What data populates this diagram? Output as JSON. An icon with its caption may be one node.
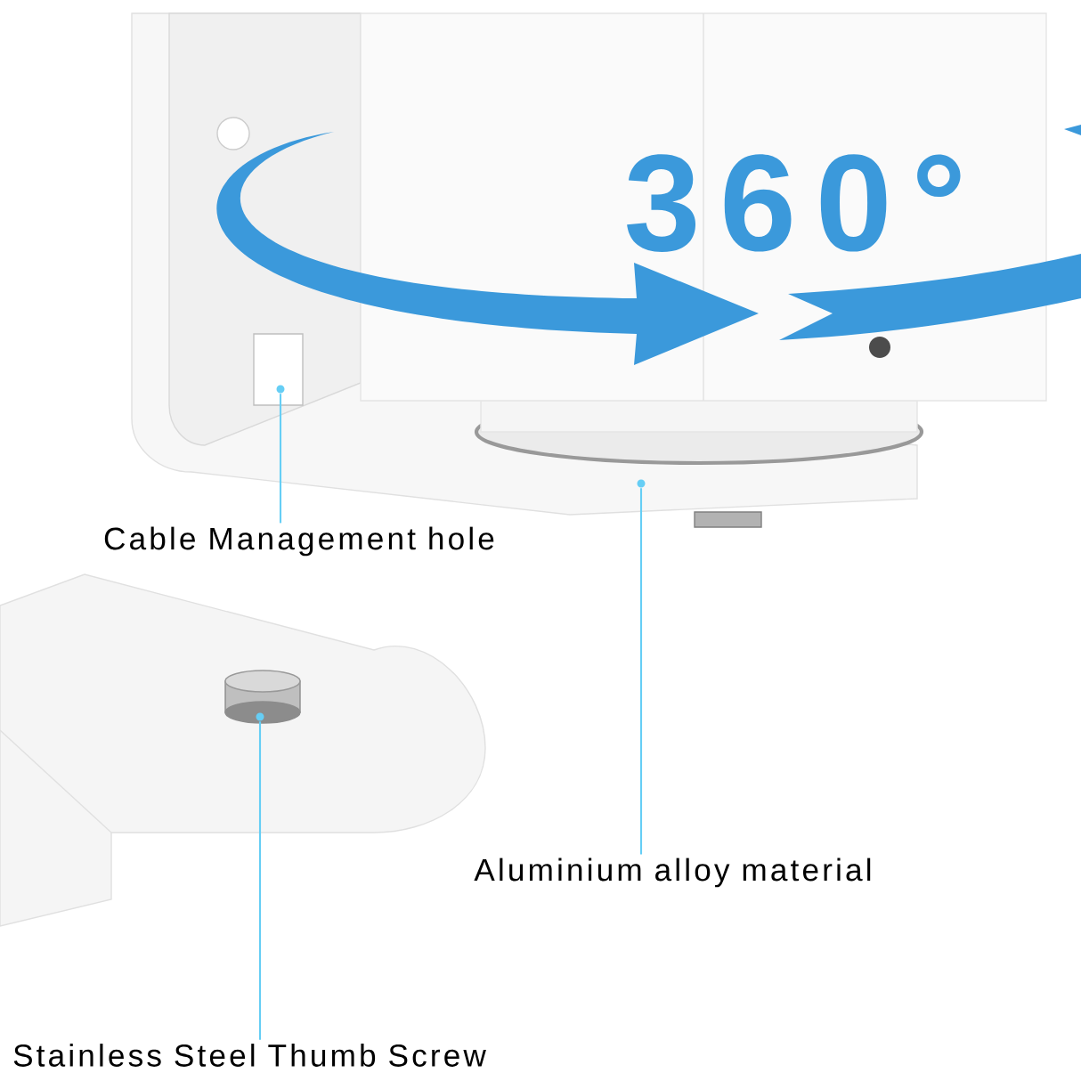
{
  "diagram": {
    "nodes": [
      {
        "text": [
          "Cable Management hole"
        ]
      },
      {
        "text": [
          "Aluminium alloy material"
        ]
      },
      {
        "text": [
          "Stainless Steel Thumb Screw"
        ]
      },
      {
        "text": [],
        "shape": "circle"
      },
      {
        "text": [],
        "shape": "circle"
      },
      {
        "text": [],
        "shape": "circle"
      }
    ],
    "edges": [
      {
        "from": 0,
        "to": 3,
        "arrow": "none"
      },
      {
        "from": 1,
        "to": 4,
        "arrow": "none"
      },
      {
        "from": 2,
        "to": 5,
        "arrow": "none"
      }
    ],
    "labels": [
      "360°"
    ]
  }
}
